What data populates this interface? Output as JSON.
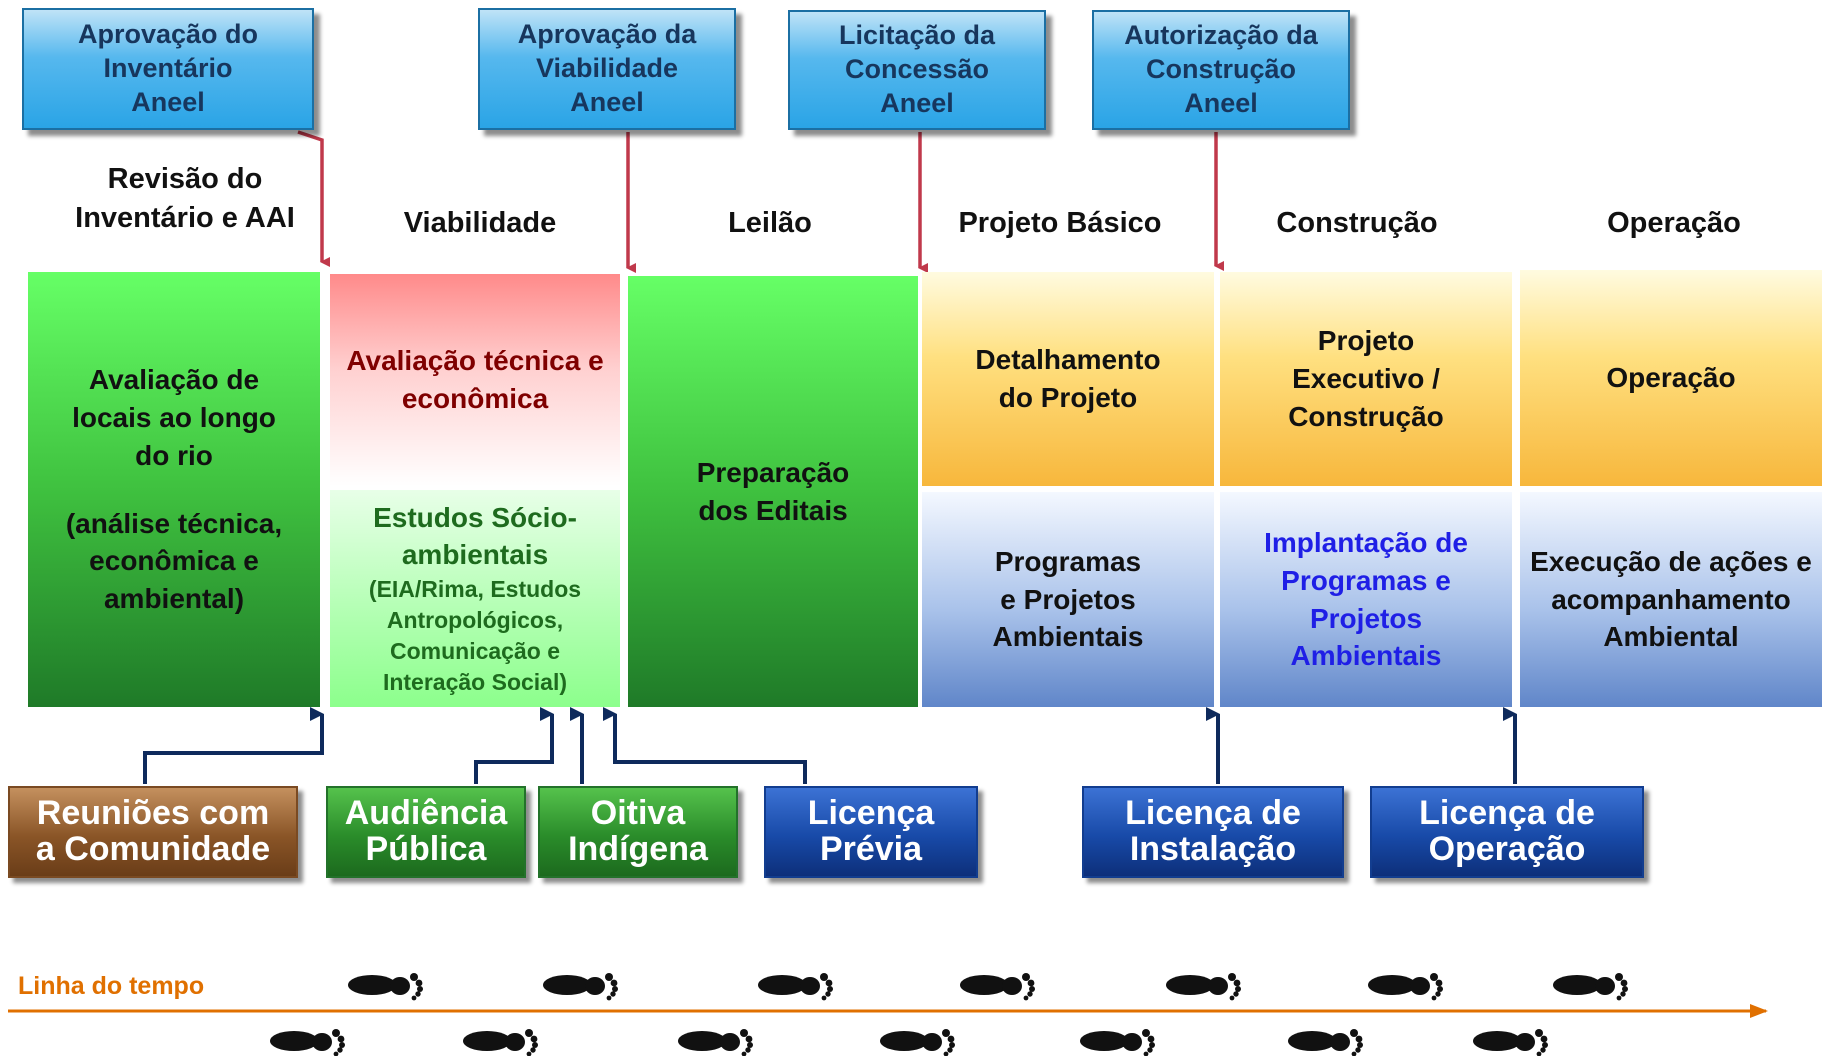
{
  "approvals": [
    {
      "lines": [
        "Aprovação do",
        "Inventário",
        "Aneel"
      ]
    },
    {
      "lines": [
        "Aprovação da",
        "Viabilidade",
        "Aneel"
      ]
    },
    {
      "lines": [
        "Licitação da",
        "Concessão",
        "Aneel"
      ]
    },
    {
      "lines": [
        "Autorização da",
        "Construção",
        "Aneel"
      ]
    }
  ],
  "phases": [
    {
      "lines": [
        "Revisão do",
        "Inventário e AAI"
      ]
    },
    {
      "lines": [
        "Viabilidade"
      ]
    },
    {
      "lines": [
        "Leilão"
      ]
    },
    {
      "lines": [
        "Projeto Básico"
      ]
    },
    {
      "lines": [
        "Construção"
      ]
    },
    {
      "lines": [
        "Operação"
      ]
    }
  ],
  "boxes": {
    "inventory_eval": {
      "lines": [
        "Avaliação de",
        "locais ao longo",
        "do rio",
        "",
        "(análise técnica,",
        "econômica e",
        "ambiental)"
      ]
    },
    "tech_econ": {
      "lines": [
        "Avaliação técnica e",
        "econômica"
      ],
      "color": "#7f0000"
    },
    "socio": {
      "title": [
        "Estudos  Sócio-",
        "ambientais"
      ],
      "detail": [
        "(EIA/Rima, Estudos",
        "Antropológicos,",
        "Comunicação e",
        "Interação Social)"
      ],
      "color": "#1e6b1e"
    },
    "editais": {
      "lines": [
        "Preparação",
        "dos Editais"
      ]
    },
    "detalhamento": {
      "lines": [
        "Detalhamento",
        "do Projeto"
      ]
    },
    "executivo": {
      "lines": [
        "Projeto",
        "Executivo /",
        "Construção"
      ]
    },
    "operacao": {
      "lines": [
        "Operação"
      ]
    },
    "programas": {
      "lines": [
        "Programas",
        "e Projetos",
        "Ambientais"
      ]
    },
    "implantacao": {
      "lines": [
        "Implantação de",
        "Programas e",
        "Projetos",
        "Ambientais"
      ],
      "color": "#1f1fe6"
    },
    "execucao": {
      "lines": [
        "Execução de ações e",
        "acompanhamento",
        "Ambiental"
      ]
    }
  },
  "milestones": [
    {
      "lines": [
        "Reuniões com",
        "a Comunidade"
      ],
      "color": "brown"
    },
    {
      "lines": [
        "Audiência",
        "Pública"
      ],
      "color": "green"
    },
    {
      "lines": [
        "Oitiva",
        "Indígena"
      ],
      "color": "green"
    },
    {
      "lines": [
        "Licença",
        "Prévia"
      ],
      "color": "blue"
    },
    {
      "lines": [
        "Licença de",
        "Instalação"
      ],
      "color": "blue"
    },
    {
      "lines": [
        "Licença de",
        "Operação"
      ],
      "color": "blue"
    }
  ],
  "timeline": {
    "label": "Linha do tempo",
    "color": "#e07000"
  },
  "icons": {
    "footprint": "footprint-icon"
  }
}
